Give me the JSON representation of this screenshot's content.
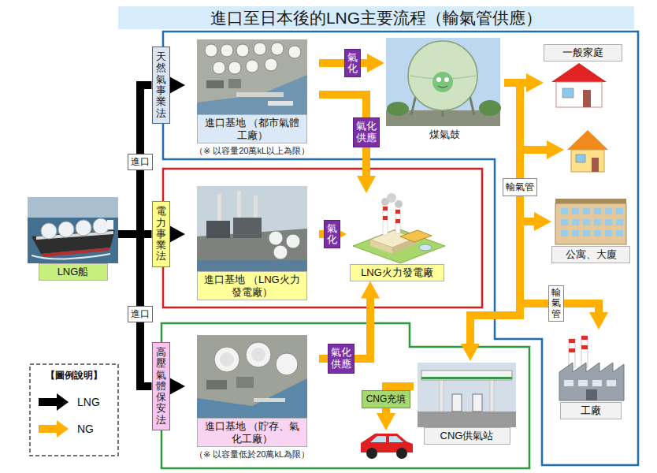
{
  "diagram": {
    "title": "進口至日本後的LNG主要流程（輸氣管供應）",
    "nodes": [
      {
        "text": [
          "天然氣事業法"
        ]
      },
      {
        "text": [
          "進口基地 （都市氣體工廠）",
          "（※ 以容量20萬kL以上為限）"
        ]
      },
      {
        "text": [
          "煤氣鼓"
        ]
      },
      {
        "text": [
          "一般家庭"
        ]
      },
      {
        "text": [
          "LNG船"
        ]
      },
      {
        "text": [
          "電力事業法"
        ]
      },
      {
        "text": [
          "進口基地 （LNG火力發電廠）"
        ]
      },
      {
        "text": [
          "LNG火力發電廠"
        ]
      },
      {
        "text": [
          "公寓、大廈"
        ]
      },
      {
        "text": [
          "高壓氣體保安法"
        ]
      },
      {
        "text": [
          "進口基地 （貯存、氣化工廠）",
          "（※ 以容量低於20萬kL為限）"
        ]
      },
      {
        "text": [
          "CNG供氣站"
        ]
      },
      {
        "text": [
          "工廠"
        ]
      }
    ],
    "edges": [
      {
        "from": 4,
        "to": 0,
        "label": "進口",
        "arrow": "none"
      },
      {
        "from": 4,
        "to": 5,
        "arrow": "none"
      },
      {
        "from": 4,
        "to": 9,
        "label": "進口",
        "arrow": "none"
      },
      {
        "from": 0,
        "to": 1,
        "arrow": "to"
      },
      {
        "from": 5,
        "to": 6,
        "arrow": "to"
      },
      {
        "from": 9,
        "to": 10,
        "arrow": "to"
      },
      {
        "from": 1,
        "to": 2,
        "label": "氣化",
        "arrow": "to"
      },
      {
        "from": 1,
        "to": 7,
        "label": "氣化供應",
        "arrow": "to"
      },
      {
        "from": 6,
        "to": 7,
        "label": "氣化",
        "arrow": "to"
      },
      {
        "from": 10,
        "to": 7,
        "label": "氣化供應",
        "arrow": "to"
      },
      {
        "from": 2,
        "to": 3,
        "arrow": "to"
      },
      {
        "from": 2,
        "to": 8,
        "label": "輸氣管",
        "arrow": "to"
      },
      {
        "from": 2,
        "to": 12,
        "label": "輸氣管",
        "arrow": "to"
      },
      {
        "from": 2,
        "to": 11,
        "arrow": "to"
      }
    ],
    "labels": [
      "CNG充填",
      "【圖例說明】"
    ],
    "legend": [
      {
        "text": "LNG",
        "color": "#000000"
      },
      {
        "text": "NG",
        "color": "#ffb000"
      }
    ]
  }
}
